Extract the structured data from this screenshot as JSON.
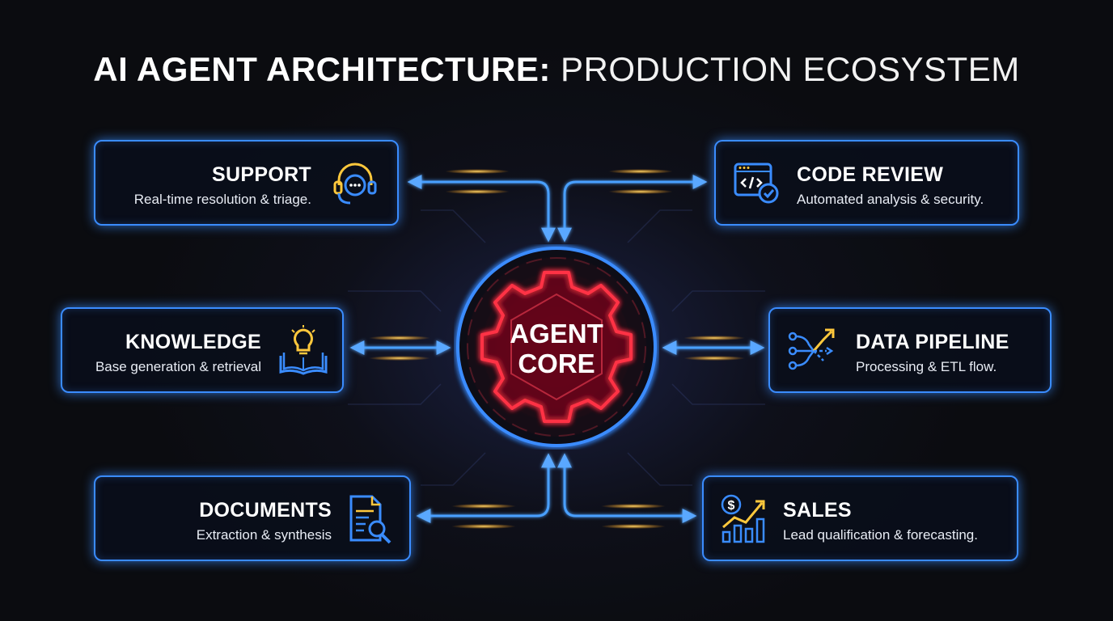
{
  "title": {
    "bold": "AI AGENT ARCHITECTURE:",
    "light": " PRODUCTION ECOSYSTEM"
  },
  "core": {
    "line1": "AGENT",
    "line2": "CORE"
  },
  "nodes": {
    "support": {
      "title": "SUPPORT",
      "desc": "Real-time resolution & triage.",
      "icon": "headset-chat-icon"
    },
    "code_review": {
      "title": "CODE REVIEW",
      "desc": "Automated analysis & security.",
      "icon": "code-window-check-icon"
    },
    "knowledge": {
      "title": "KNOWLEDGE",
      "desc": "Base generation & retrieval",
      "icon": "lightbulb-book-icon"
    },
    "data_pipeline": {
      "title": "DATA PIPELINE",
      "desc": "Processing & ETL flow.",
      "icon": "pipeline-flow-icon"
    },
    "documents": {
      "title": "DOCUMENTS",
      "desc": "Extraction & synthesis",
      "icon": "document-search-icon"
    },
    "sales": {
      "title": "SALES",
      "desc": "Lead qualification & forecasting.",
      "icon": "dollar-growth-chart-icon"
    }
  },
  "colors": {
    "accent_blue": "#3a8cff",
    "core_red": "#ff3344",
    "icon_yellow": "#ffc83c",
    "glow_orange": "#ffb020",
    "background": "#0b0c10"
  }
}
